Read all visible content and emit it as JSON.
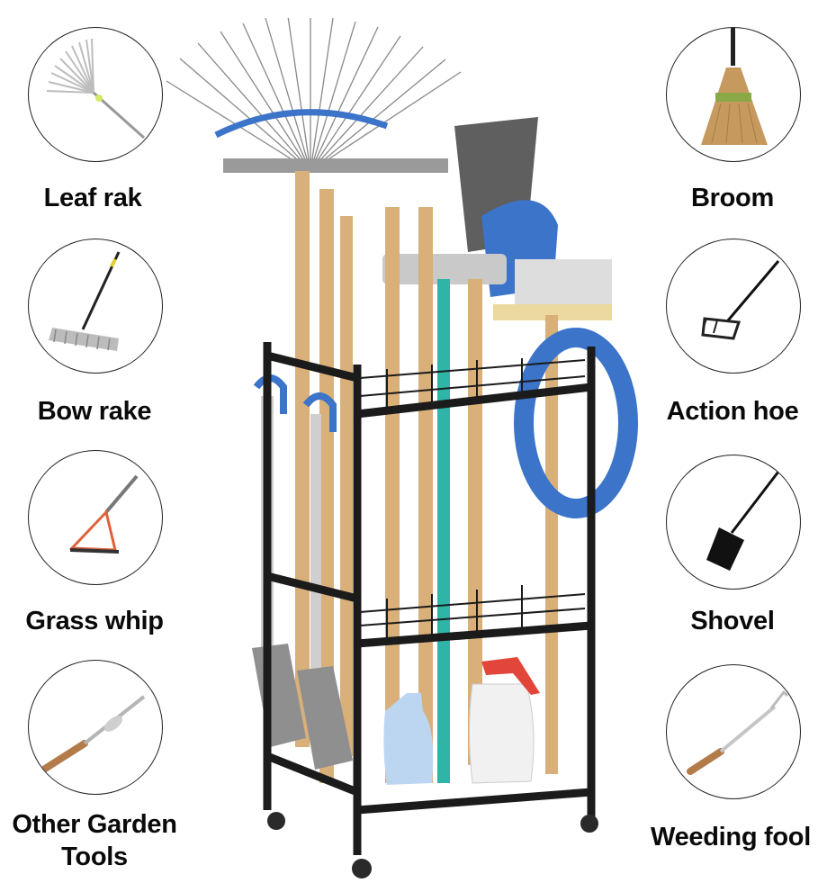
{
  "left_tools": [
    {
      "name": "Leaf rak",
      "icon": "leaf-rake-icon"
    },
    {
      "name": "Bow rake",
      "icon": "bow-rake-icon"
    },
    {
      "name": "Grass whip",
      "icon": "grass-whip-icon"
    },
    {
      "name": "Other Garden Tools",
      "line1": "Other Garden",
      "line2": "Tools",
      "icon": "garden-tool-icon"
    }
  ],
  "right_tools": [
    {
      "name": "Broom",
      "icon": "broom-icon"
    },
    {
      "name": "Action hoe",
      "icon": "action-hoe-icon"
    },
    {
      "name": "Shovel",
      "icon": "shovel-icon"
    },
    {
      "name": "Weeding fool",
      "icon": "weeding-tool-icon"
    }
  ],
  "product": {
    "name": "garden-tool-storage-rack",
    "description": "Black metal tool rack on casters with hose hook and side hooks"
  },
  "colors": {
    "frame": "#1b1b1b",
    "wood": "#d9b07a",
    "blue": "#3b74c9",
    "teal": "#2fb5a8",
    "text": "#0a0a0a"
  }
}
